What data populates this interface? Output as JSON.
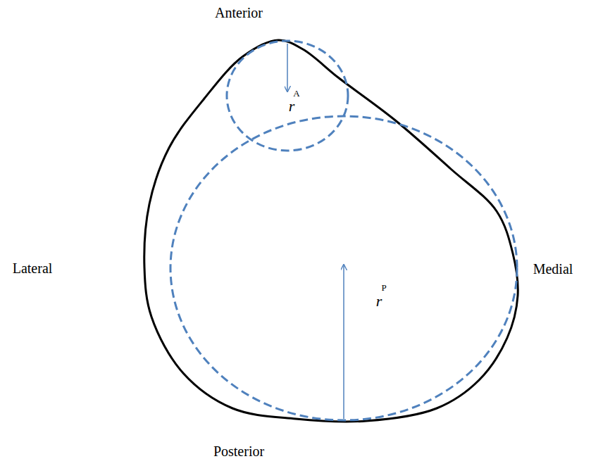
{
  "diagram": {
    "labels": [
      "Anterior",
      "Lateral",
      "Medial",
      "Posterior",
      "A",
      "r",
      "P",
      "r"
    ]
  }
}
